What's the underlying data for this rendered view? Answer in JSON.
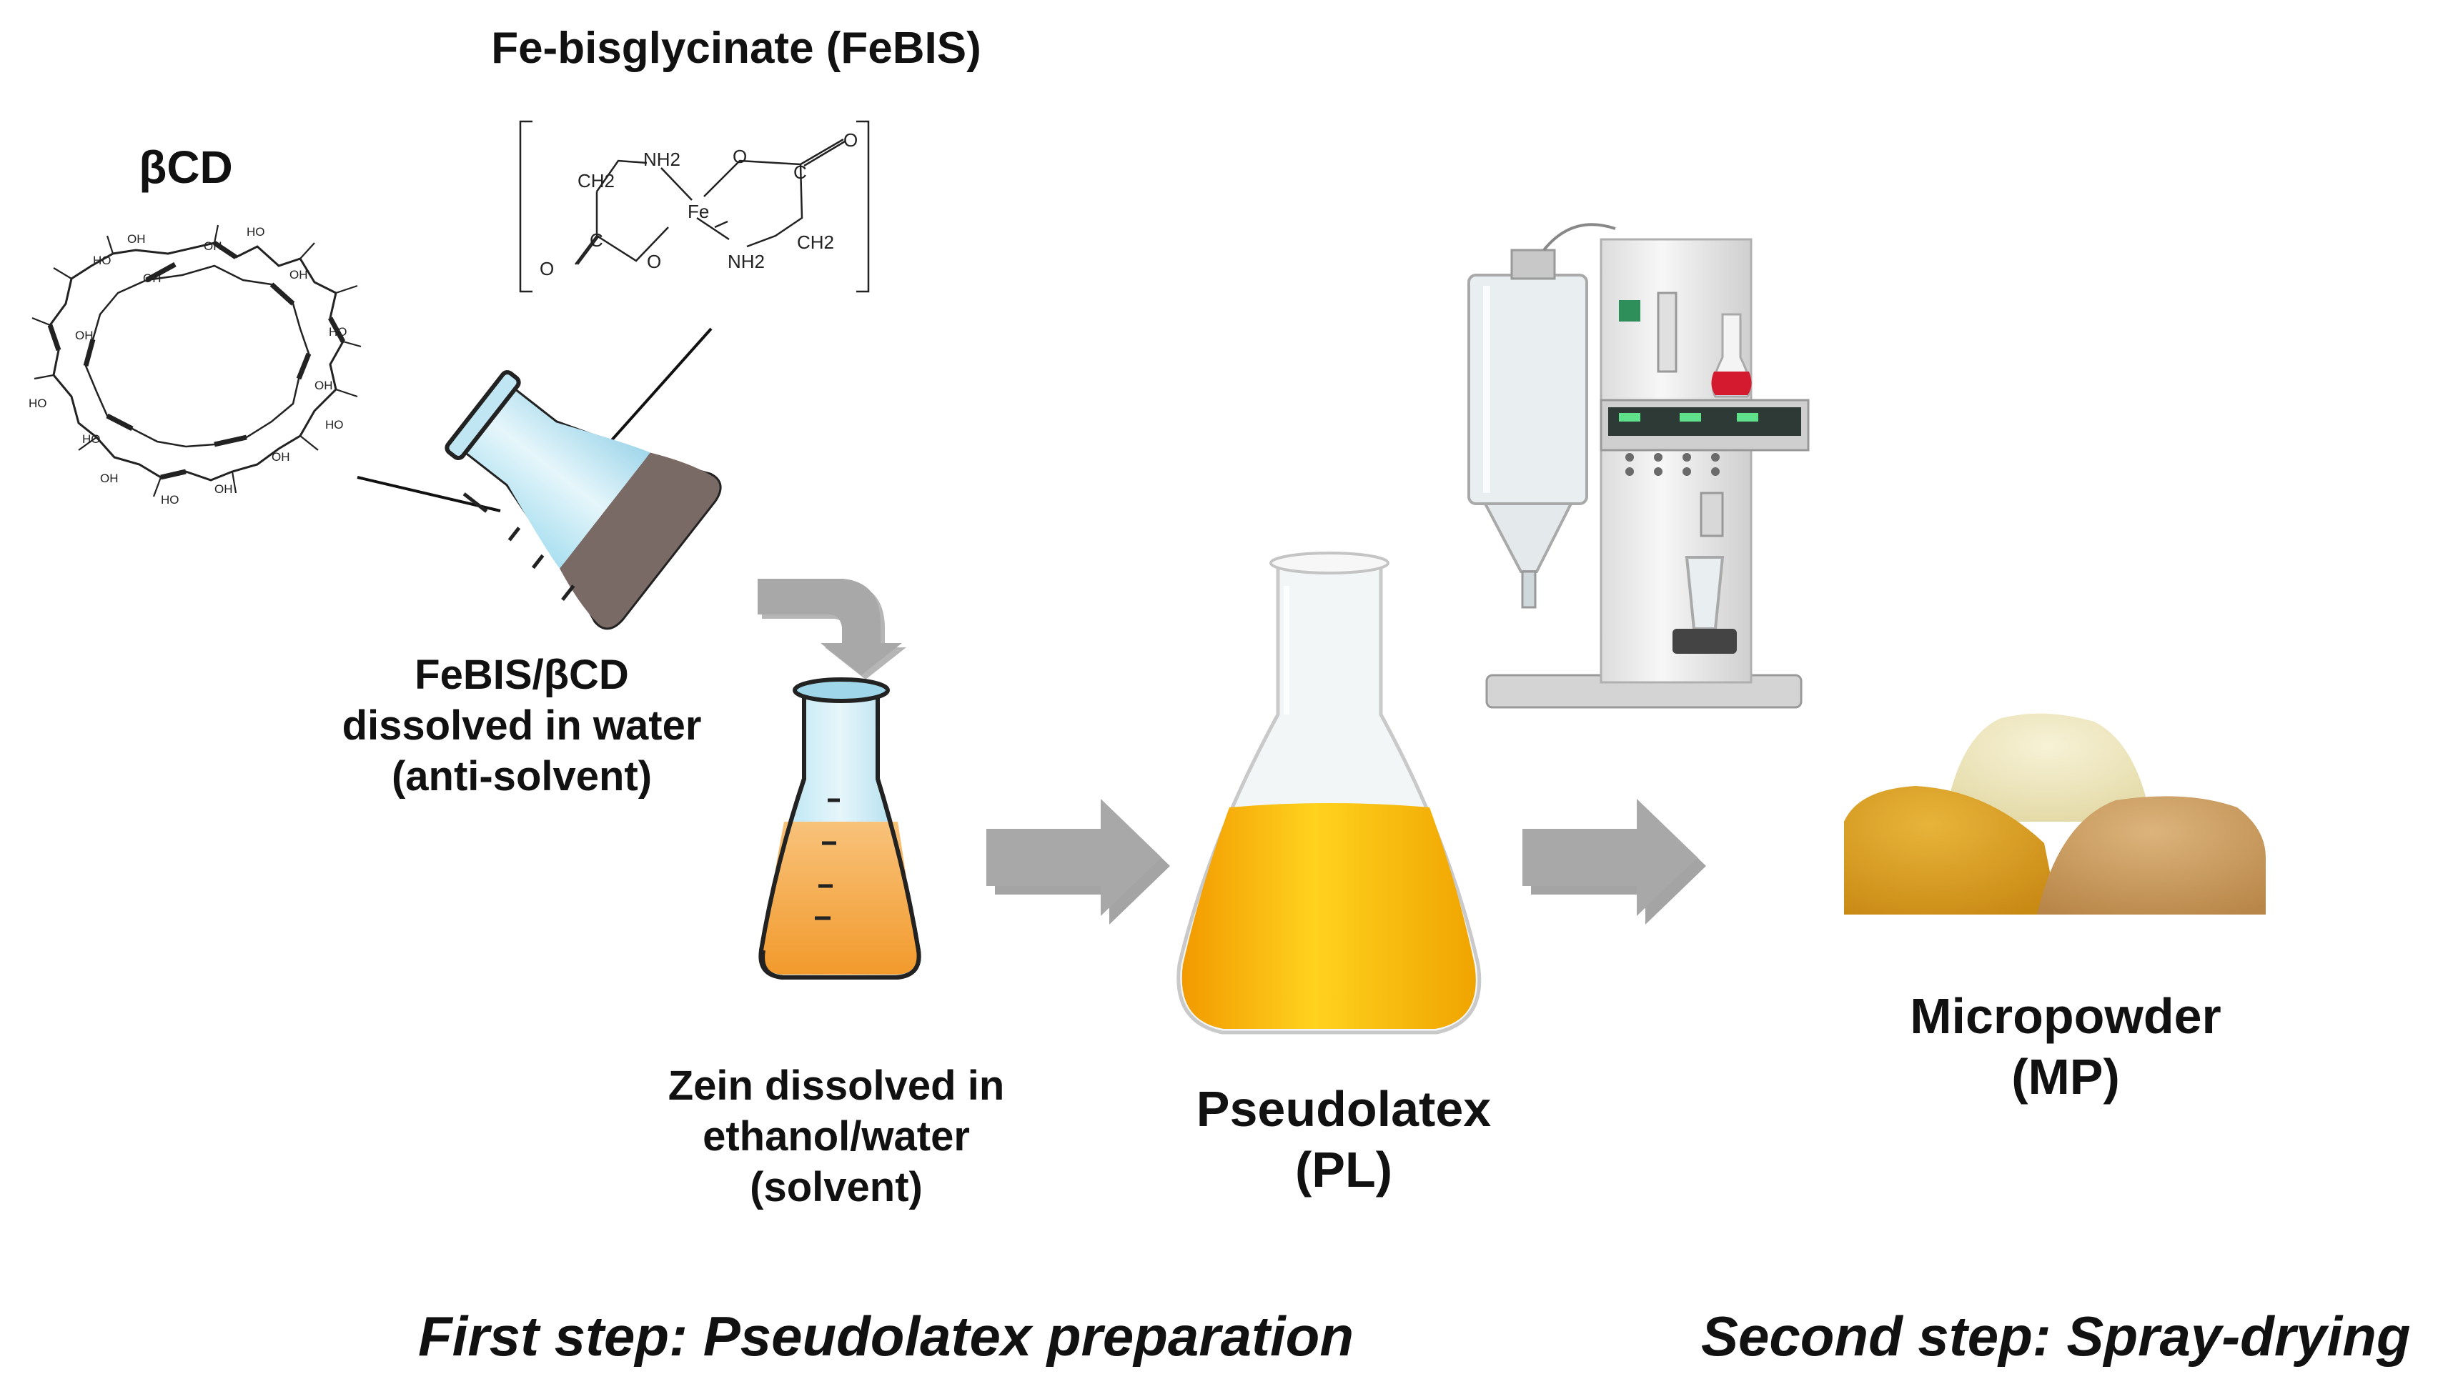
{
  "labels": {
    "bcd": "βCD",
    "febis": "Fe-bisglycinate  (FeBIS)",
    "febis_bcd_1": "FeBIS/βCD",
    "febis_bcd_2": "dissolved in water",
    "febis_bcd_3": "(anti-solvent)",
    "zein_1": "Zein dissolved  in",
    "zein_2": "ethanol/water",
    "zein_3": "(solvent)",
    "pl_1": "Pseudolatex",
    "pl_2": "(PL)",
    "mp_1": "Micropowder",
    "mp_2": "(MP)"
  },
  "steps": {
    "first": "First step: Pseudolatex preparation",
    "second": "Second step: Spray-drying"
  },
  "chem": {
    "nh2_top": "NH2",
    "ch2_left": "CH2",
    "fe": "Fe",
    "o_ring_top": "O",
    "c_right": "C",
    "o_dbl_right": "O",
    "ch2_right": "CH2",
    "nh2_bottom": "NH2",
    "c_left": "C",
    "o_dbl_left": "O",
    "o_ring_bottom": "O"
  },
  "cd_groups": [
    "OH",
    "HO",
    "OH",
    "HO",
    "OH",
    "OH",
    "HO",
    "OH",
    "HO",
    "OH",
    "OH",
    "HO",
    "OH",
    "HO",
    "HO",
    "OH"
  ],
  "colors": {
    "flask_dark": "#7a6a66",
    "flask_light": "#bfe6f2",
    "orange_liquid": "#f5a640",
    "yellow_liquid": "#f7b400",
    "arrow_grey": "#a8a8a8",
    "arrow_shadow": "#5a5a5a",
    "powder_yellow": "#dba42a",
    "powder_cream": "#efe8c2",
    "powder_tan": "#c99b5e",
    "flask_red": "#d41a2e"
  }
}
